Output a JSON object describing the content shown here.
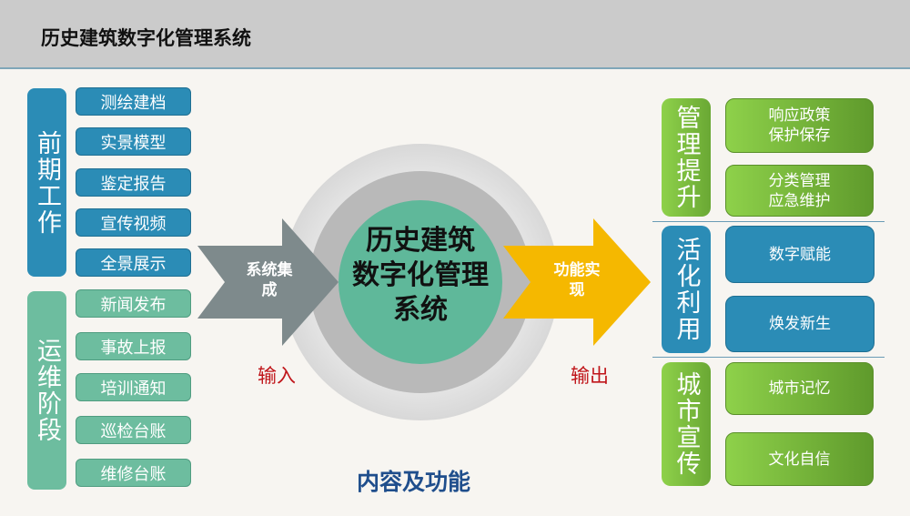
{
  "header": {
    "title": "历史建筑数字化管理系统"
  },
  "left": {
    "groups": [
      {
        "label": "前期工作",
        "items": [
          "测绘建档",
          "实景模型",
          "鉴定报告",
          "宣传视频",
          "全景展示"
        ]
      },
      {
        "label": "运维阶段",
        "items": [
          "新闻发布",
          "事故上报",
          "培训通知",
          "巡检台账",
          "维修台账"
        ]
      }
    ]
  },
  "center": {
    "input_arrow": "系统集成",
    "core_line1": "历史建筑",
    "core_line2": "数字化管理",
    "core_line3": "系统",
    "output_arrow": "功能实现",
    "input_label": "输入",
    "output_label": "输出",
    "caption": "内容及功能"
  },
  "right": {
    "groups": [
      {
        "label": "管理提升",
        "items": [
          [
            "响应政策",
            "保护保存"
          ],
          [
            "分类管理",
            "应急维护"
          ]
        ]
      },
      {
        "label": "活化利用",
        "items": [
          [
            "数字赋能"
          ],
          [
            "焕发新生"
          ]
        ]
      },
      {
        "label": "城市宣传",
        "items": [
          [
            "城市记忆"
          ],
          [
            "文化自信"
          ]
        ]
      }
    ]
  },
  "colors": {
    "blue": "#2b8cb6",
    "teal": "#6dbd9f",
    "green": "#7cc23e",
    "yellow": "#f5b800",
    "red": "#c0151a",
    "caption": "#1f4e8c"
  }
}
